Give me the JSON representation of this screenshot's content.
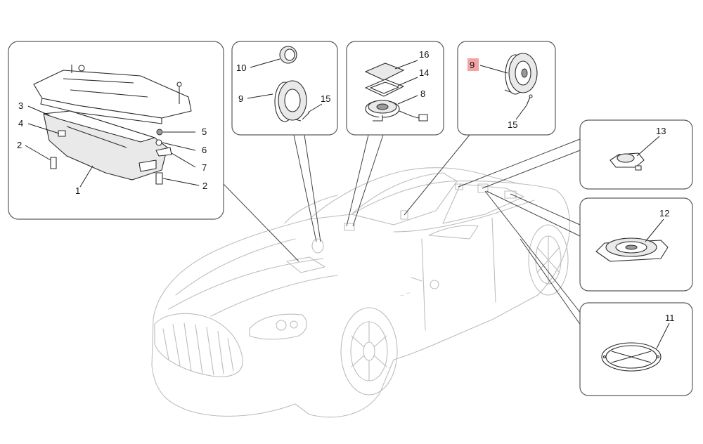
{
  "callouts": {
    "panel1": {
      "c1": "1",
      "c2a": "2",
      "c2b": "2",
      "c3": "3",
      "c4": "4",
      "c5": "5",
      "c6": "6",
      "c7": "7"
    },
    "panel2": {
      "c10": "10",
      "c9": "9",
      "c15": "15"
    },
    "panel3": {
      "c16": "16",
      "c14": "14",
      "c8": "8"
    },
    "panel4": {
      "c9": "9",
      "c15": "15"
    },
    "panel5": {
      "c13": "13"
    },
    "panel6": {
      "c12": "12"
    },
    "panel7": {
      "c11": "11"
    }
  },
  "highlight": {
    "color": "#f4a3a3",
    "callout": "9"
  }
}
